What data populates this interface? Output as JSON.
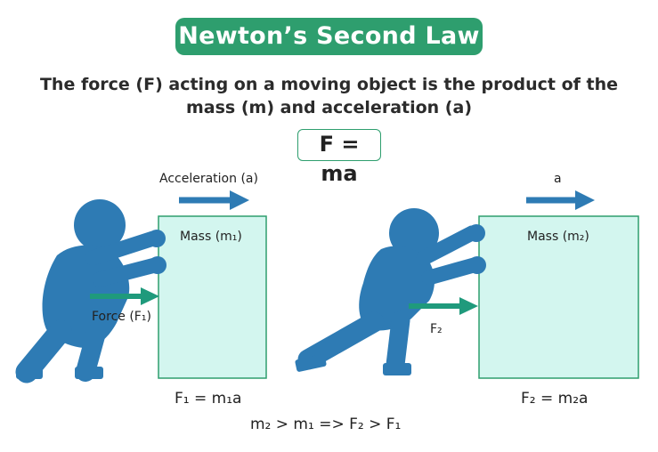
{
  "title": "Newton’s Second Law",
  "subtitle_line1": "The force (F) acting on a moving object is the product of the",
  "subtitle_line2": "mass (m) and acceleration (a)",
  "formula": "F = ma",
  "left_scene": {
    "acceleration_label": "Acceleration (a)",
    "mass_label": "Mass (m₁)",
    "force_label": "Force (F₁)",
    "equation": "F₁ = m₁a"
  },
  "right_scene": {
    "acceleration_label": "a",
    "mass_label": "Mass (m₂)",
    "force_label": "F₂",
    "equation": "F₂ = m₂a"
  },
  "conclusion": "m₂ > m₁ => F₂ > F₁",
  "colors": {
    "title_bg": "#2e9e6e",
    "person": "#2e7bb4",
    "block_fill": "#d3f6ef",
    "block_border": "#2e9e6e",
    "accel_arrow": "#2e7bb4",
    "force_arrow": "#1f9a7c"
  }
}
